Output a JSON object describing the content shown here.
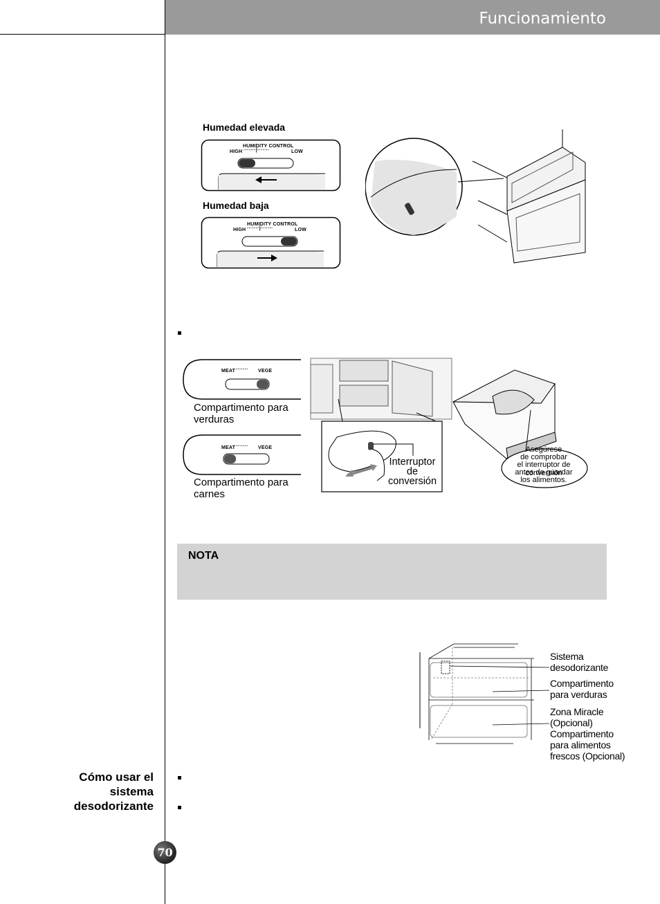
{
  "header": {
    "title": "Funcionamiento"
  },
  "humidity": {
    "high_label": "Humedad elevada",
    "low_label": "Humedad baja",
    "control_title": "HUMIDITY CONTROL",
    "scale_high": "HIGH",
    "scale_low": "LOW",
    "scale_dots": "·······|·······"
  },
  "converter": {
    "meat": "MEAT",
    "vege": "VEGE",
    "dots": "·······",
    "veg_caption_1": "Compartimento para",
    "veg_caption_2": "verduras",
    "meat_caption_1": "Compartimento para",
    "meat_caption_2": "carnes",
    "switch_label_1": "Interruptor",
    "switch_label_2": "de",
    "switch_label_3": "conversión",
    "bubble_1": "Asegúrese",
    "bubble_2": "de comprobar",
    "bubble_3": "el interruptor de conversión",
    "bubble_4": "antes de guardar",
    "bubble_5": "los alimentos."
  },
  "note": {
    "title": "NOTA"
  },
  "deodorizer": {
    "label_1a": "Sistema",
    "label_1b": "desodorizante",
    "label_2a": "Compartimento",
    "label_2b": "para verduras",
    "label_3a": "Zona Miracle",
    "label_3b": "(Opcional)",
    "label_4a": "Compartimento",
    "label_4b": "para alimentos",
    "label_4c": "frescos (Opcional)"
  },
  "side": {
    "title_1": "Cómo usar el",
    "title_2": "sistema",
    "title_3": "desodorizante"
  },
  "page": {
    "number": "70"
  }
}
